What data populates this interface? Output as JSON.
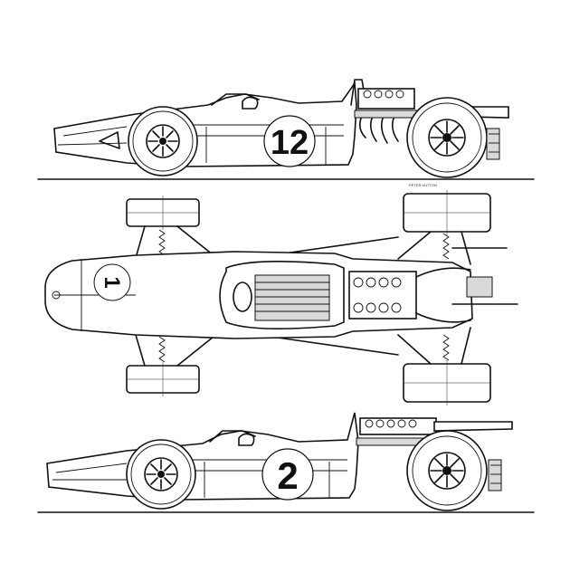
{
  "drawing": {
    "views": [
      {
        "id": "side-view-top",
        "race_number": "12"
      },
      {
        "id": "plan-view",
        "race_number": "1"
      },
      {
        "id": "side-view-bottom",
        "race_number": "2"
      }
    ],
    "signature": "PETER HUTTON",
    "colors": {
      "ink": "#111111",
      "paper": "#ffffff"
    }
  }
}
